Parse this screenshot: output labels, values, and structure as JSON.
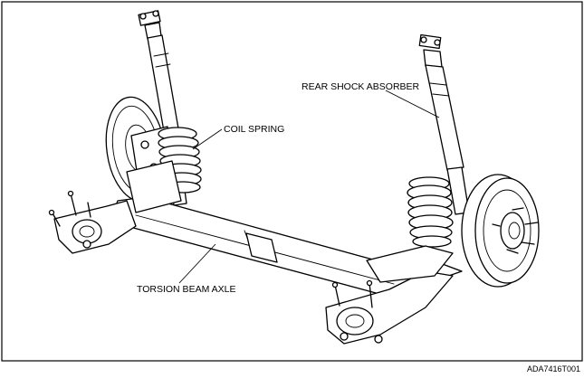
{
  "labels": {
    "rear_shock_absorber": "REAR SHOCK ABSORBER",
    "coil_spring": "COIL SPRING",
    "torsion_beam_axle": "TORSION BEAM AXLE"
  },
  "figure_code": "ADA7416T001"
}
